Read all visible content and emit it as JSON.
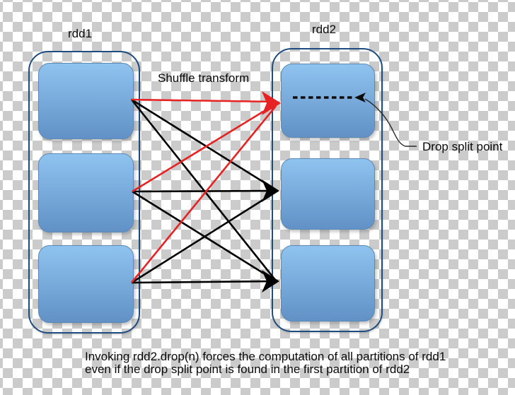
{
  "diagram": {
    "title_left": "rdd1",
    "title_right": "rdd2",
    "shuffle_label": "Shuffle transform",
    "drop_label": "Drop split point",
    "caption_line1": "Invoking rdd2.drop(n) forces the computation of all partitions of rdd1",
    "caption_line2": "even if the drop split point is found in the first partition of rdd2",
    "rdd1_partition_count": 3,
    "rdd2_partition_count": 3,
    "colors": {
      "highlight_arrow": "#e62322",
      "arrow": "#000000",
      "container_border": "#1f4c7e",
      "partition_border": "#5d89b4",
      "partition_top": "#8fc3ef",
      "partition_bottom": "#6191c6",
      "checker_gray": "#cbcbcb",
      "checker_white": "#ffffff"
    }
  }
}
